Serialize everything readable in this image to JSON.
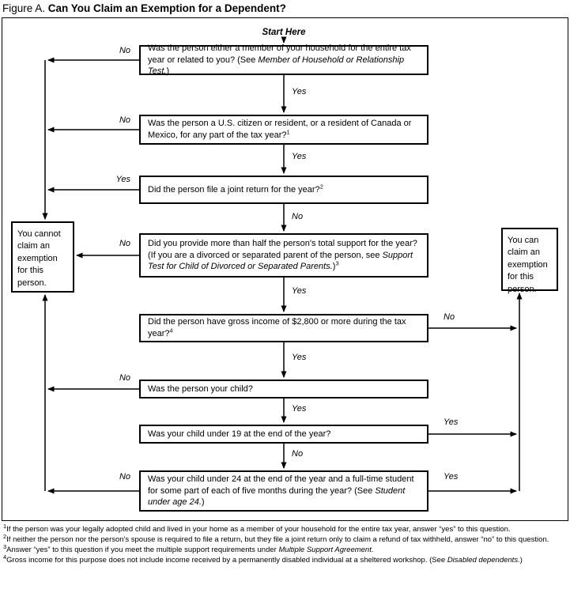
{
  "title": {
    "prefix": "Figure A. ",
    "main": "Can You Claim an Exemption for a Dependent?"
  },
  "flowchart": {
    "start_label": "Start Here",
    "questions": [
      {
        "pre": "Was the person either a member of your household for the entire tax year or related to you? (See ",
        "italic": "Member of Household or Relationship Test.",
        "post": ")"
      },
      {
        "pre": "Was the person a U.S. citizen or resident, or a resident of Canada or Mexico, for any part of the tax year?",
        "sup": "1"
      },
      {
        "pre": "Did the person file a joint return for the year?",
        "sup": "2"
      },
      {
        "pre": "Did you provide more than half the person's total support for the year? (If you are a divorced or separated parent of the person, see ",
        "italic": "Support Test for Child of Divorced or Separated Parents.",
        "post": ")",
        "sup": "3"
      },
      {
        "pre": "Did the person have gross income of $2,800 or more during the tax year?",
        "sup": "4"
      },
      {
        "pre": "Was the person your child?"
      },
      {
        "pre": "Was your child under 19 at the end of the year?"
      },
      {
        "pre": "Was your child under 24 at the end of the year and a full-time student for some part of each of five months during the year? (See ",
        "italic": "Student under age 24.",
        "post": ")"
      }
    ],
    "branch_labels": {
      "q1_no": "No",
      "q1_yes": "Yes",
      "q2_no": "No",
      "q2_yes": "Yes",
      "q3_yes": "Yes",
      "q3_no": "No",
      "q4_no": "No",
      "q4_yes": "Yes",
      "q5_no": "No",
      "q5_yes": "Yes",
      "q6_no": "No",
      "q6_yes": "Yes",
      "q7_yes": "Yes",
      "q7_no": "No",
      "q8_no": "No",
      "q8_yes": "Yes"
    },
    "results": {
      "cannot": "You cannot claim an exemption for this person.",
      "can": "You can claim an exemption for this person."
    }
  },
  "footnotes": [
    {
      "sup": "1",
      "pre": "If the person was your legally adopted child and lived in your home as a member of your household for the entire tax year, answer “yes” to this question."
    },
    {
      "sup": "2",
      "pre": "If neither the person nor the person's spouse is required to file a return, but they file a joint return only to claim a refund of tax withheld, answer “no” to this question."
    },
    {
      "sup": "3",
      "pre": "Answer “yes” to this question if you meet the multiple support requirements under ",
      "italic": "Multiple Support Agreement",
      "post": "."
    },
    {
      "sup": "4",
      "pre": "Gross income for this purpose does not include income received by a permanently disabled individual at a sheltered workshop. (See ",
      "italic": "Disabled dependents.",
      "post": ")"
    }
  ]
}
